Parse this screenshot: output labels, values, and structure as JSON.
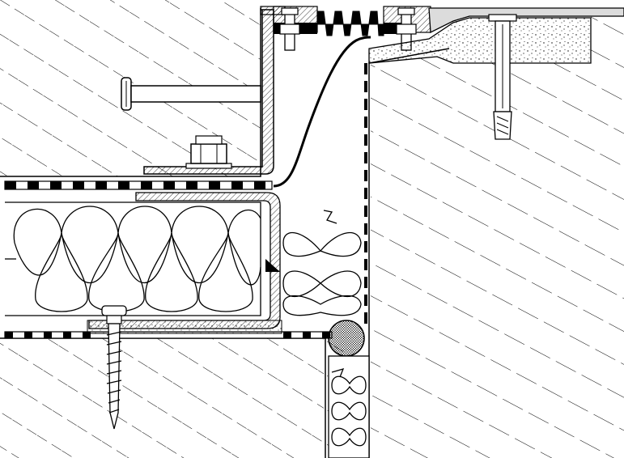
{
  "drawing": {
    "background": "#ffffff",
    "colors": {
      "line": "#000000",
      "fill_white": "#ffffff",
      "sealant_fill": "#bdbdbd",
      "cover_fill": "#dcdcdc"
    },
    "components": [
      "concrete-hatch-upper-left",
      "concrete-hatch-right",
      "concrete-hatch-lower-left",
      "concrete-hatch-joint",
      "steel-angle-bracket",
      "anchor-bolt",
      "hex-nut",
      "bellows-seal",
      "clamp-bolt",
      "cover-plate",
      "grout-bed",
      "expansion-anchor",
      "flexible-membrane",
      "waterproofing-strip",
      "mineral-wool-insulation",
      "z-profile",
      "wood-screw",
      "backer-rod"
    ]
  }
}
